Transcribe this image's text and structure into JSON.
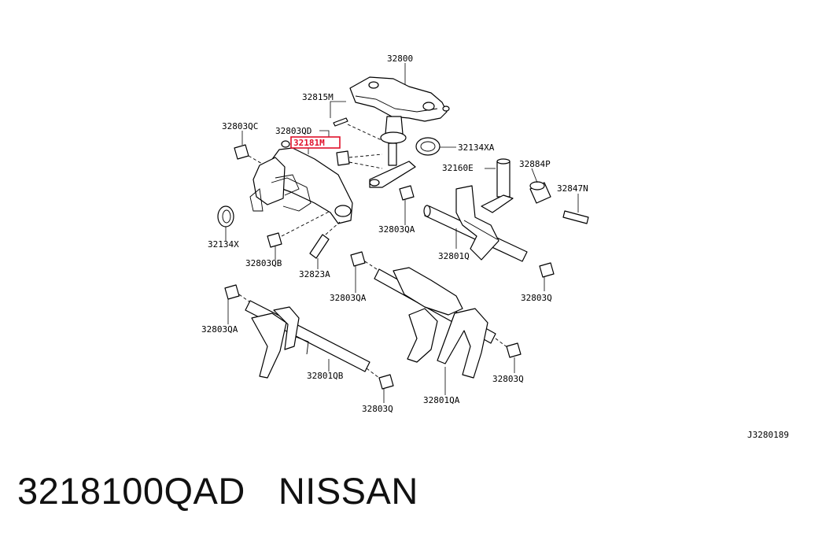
{
  "diagram": {
    "labels": {
      "l32800": "32800",
      "l32815M": "32815M",
      "l32803QC": "32803QC",
      "l32803QD": "32803QD",
      "l32181M": "32181M",
      "l32134XA": "32134XA",
      "l32160E": "32160E",
      "l32884P": "32884P",
      "l32847N": "32847N",
      "l32803QA_1": "32803QA",
      "l32801Q": "32801Q",
      "l32134X": "32134X",
      "l32803QB": "32803QB",
      "l32823A": "32823A",
      "l32803QA_2": "32803QA",
      "l32803Q_1": "32803Q",
      "l32803QA_3": "32803QA",
      "l32801QB": "32801QB",
      "l32803Q_2": "32803Q",
      "l32801QA": "32801QA",
      "l32803Q_3": "32803Q",
      "code": "J3280189"
    },
    "highlight_color": "#e0102a"
  },
  "caption": {
    "part_number": "3218100QAD",
    "brand": "NISSAN"
  }
}
